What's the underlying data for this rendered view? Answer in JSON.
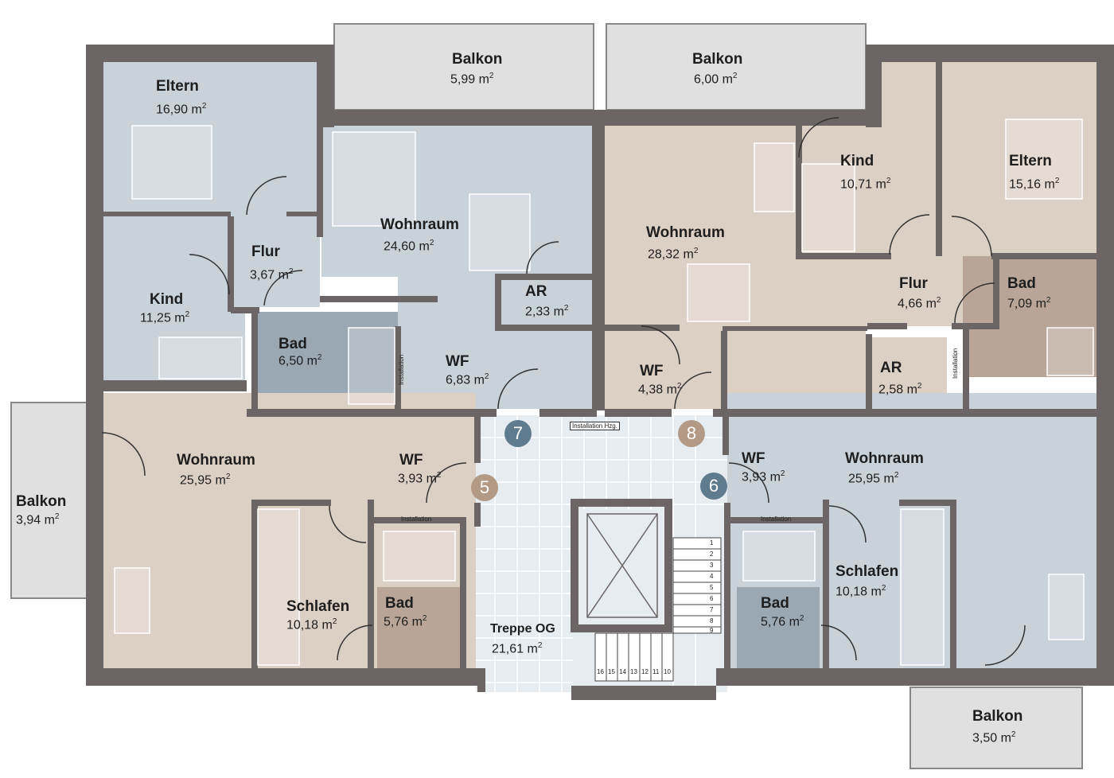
{
  "colors": {
    "wall": "#6b6565",
    "wall_light": "#9a9393",
    "blue_apartment": "#c9d1d9",
    "beige_apartment": "#dccfc4",
    "bath_blue": "#9aa8b4",
    "bath_beige": "#b9a597",
    "balcony": "#e0e0e0",
    "stair_hall": "#e6ecf0",
    "badge_blue": "#5f7b8e",
    "badge_beige": "#b29a86"
  },
  "rooms": {
    "eltern_tl": {
      "name": "Eltern",
      "area": "16,90 m"
    },
    "kind_tl": {
      "name": "Kind",
      "area": "11,25 m"
    },
    "flur_tl": {
      "name": "Flur",
      "area": "3,67 m"
    },
    "bad_tl": {
      "name": "Bad",
      "area": "6,50 m"
    },
    "wohn_tl": {
      "name": "Wohnraum",
      "area": "24,60 m"
    },
    "ar_tl": {
      "name": "AR",
      "area": "2,33 m"
    },
    "wf_tl": {
      "name": "WF",
      "area": "6,83 m"
    },
    "balkon_t1": {
      "name": "Balkon",
      "area": "5,99 m"
    },
    "balkon_t2": {
      "name": "Balkon",
      "area": "6,00 m"
    },
    "wohn_tr": {
      "name": "Wohnraum",
      "area": "28,32 m"
    },
    "kind_tr": {
      "name": "Kind",
      "area": "10,71 m"
    },
    "eltern_tr": {
      "name": "Eltern",
      "area": "15,16 m"
    },
    "flur_tr": {
      "name": "Flur",
      "area": "4,66 m"
    },
    "bad_tr": {
      "name": "Bad",
      "area": "7,09 m"
    },
    "wf_tr": {
      "name": "WF",
      "area": "4,38 m"
    },
    "ar_tr": {
      "name": "AR",
      "area": "2,58 m"
    },
    "balkon_l": {
      "name": "Balkon",
      "area": "3,94 m"
    },
    "wohn_bl": {
      "name": "Wohnraum",
      "area": "25,95 m"
    },
    "wf_bl": {
      "name": "WF",
      "area": "3,93 m"
    },
    "schlafen_bl": {
      "name": "Schlafen",
      "area": "10,18 m"
    },
    "bad_bl": {
      "name": "Bad",
      "area": "5,76 m"
    },
    "treppe": {
      "name": "Treppe OG",
      "area": "21,61 m"
    },
    "wf_br": {
      "name": "WF",
      "area": "3,93 m"
    },
    "wohn_br": {
      "name": "Wohnraum",
      "area": "25,95 m"
    },
    "schlafen_br": {
      "name": "Schlafen",
      "area": "10,18 m"
    },
    "bad_br": {
      "name": "Bad",
      "area": "5,76 m"
    },
    "balkon_b": {
      "name": "Balkon",
      "area": "3,50 m"
    }
  },
  "unit_superscript": "2",
  "badges": {
    "b5": "5",
    "b6": "6",
    "b7": "7",
    "b8": "8"
  },
  "labels": {
    "installation": "Installation",
    "installation_hzg": "Installation Hzg."
  },
  "stair_steps_right": [
    "1",
    "2",
    "3",
    "4",
    "5",
    "6",
    "7",
    "8",
    "9"
  ],
  "stair_steps_bottom": [
    "16",
    "15",
    "14",
    "13",
    "12",
    "11",
    "10"
  ]
}
